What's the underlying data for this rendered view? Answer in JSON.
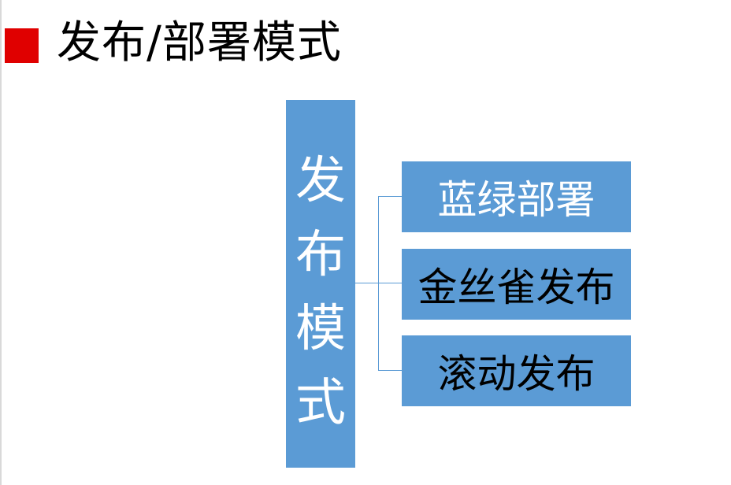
{
  "header": {
    "title": "发布/部署模式",
    "marker_color": "#e00000"
  },
  "diagram": {
    "root": {
      "label_chars": [
        "发",
        "布",
        "模",
        "式"
      ],
      "color": "#5b9bd5"
    },
    "children": [
      {
        "label": "蓝绿部署",
        "text_color": "#ffffff"
      },
      {
        "label": "金丝雀发布",
        "text_color": "#000000"
      },
      {
        "label": "滚动发布",
        "text_color": "#000000"
      }
    ]
  }
}
